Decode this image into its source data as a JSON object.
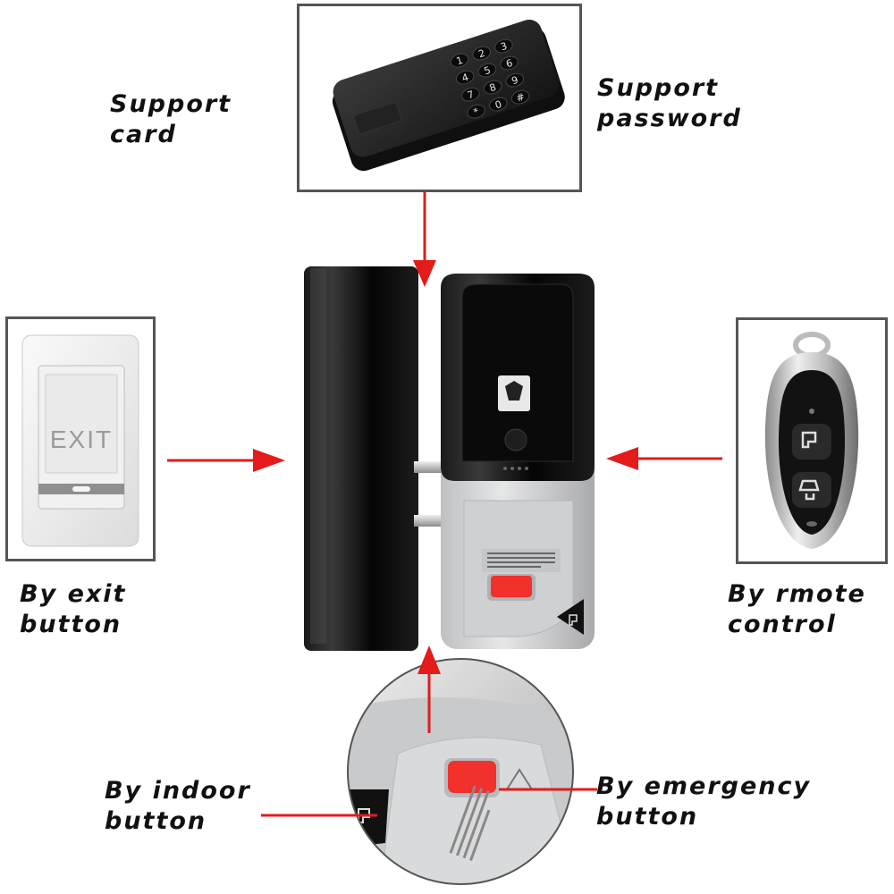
{
  "captions": {
    "card": [
      "Support",
      "card"
    ],
    "password": [
      "Support",
      "password"
    ],
    "exit": [
      "By exit",
      "button"
    ],
    "remote": [
      "By rmote",
      "control"
    ],
    "indoor": [
      "By indoor",
      "button"
    ],
    "emergency": [
      "By emergency",
      "button"
    ]
  },
  "exit_plate": {
    "label": "EXIT"
  },
  "keypad": {
    "keys": [
      "1",
      "2",
      "3",
      "4",
      "5",
      "6",
      "7",
      "8",
      "9",
      "*",
      "0",
      "#"
    ]
  },
  "colors": {
    "arrow": "#e31b1b",
    "emergency_button": "#f2302c",
    "lock_body": "#0b0b0b",
    "lock_silver": "#d6d7d9"
  }
}
